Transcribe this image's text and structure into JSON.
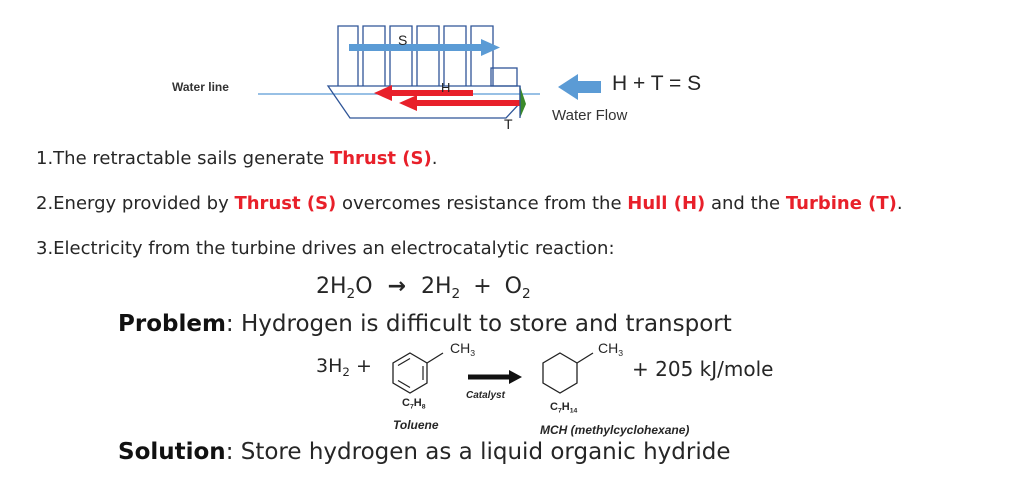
{
  "diagram": {
    "water_line_label": "Water line",
    "sail_label": "S",
    "hull_label": "H",
    "turbine_label": "T",
    "equation": "H + T = S",
    "water_flow_label": "Water Flow"
  },
  "points": {
    "p1_pre": "1.The retractable sails generate ",
    "p1_red": "Thrust (S)",
    "p1_post": ".",
    "p2_pre": "2.Energy provided by ",
    "p2_red1": "Thrust (S)",
    "p2_mid1": " overcomes resistance from the ",
    "p2_red2": "Hull (H)",
    "p2_mid2": " and the ",
    "p2_red3": "Turbine (T)",
    "p2_post": ".",
    "p3": "3.Electricity from the turbine drives an electrocatalytic reaction:"
  },
  "reaction": {
    "lhs_coef": "2H",
    "lhs_sub": "2",
    "lhs_rest": "O",
    "arrow": "→",
    "rhs1": "2H",
    "rhs1_sub": "2",
    "plus": "+",
    "rhs2": "O",
    "rhs2_sub": "2"
  },
  "problem": {
    "label": "Problem",
    "text": ": Hydrogen is difficult to store and transport"
  },
  "hydride": {
    "h2_coef": "3H",
    "h2_sub": "2",
    "h2_plus": "+",
    "ch3_a": "CH",
    "ch3_a_sub": "3",
    "toluene_formula": "C",
    "toluene_formula_sub1": "7",
    "toluene_formula_h": "H",
    "toluene_formula_sub2": "8",
    "toluene_name": "Toluene",
    "catalyst": "Catalyst",
    "ch3_b": "CH",
    "ch3_b_sub": "3",
    "mch_formula": "C",
    "mch_formula_sub1": "7",
    "mch_formula_h": "H",
    "mch_formula_sub2": "14",
    "mch_name": "MCH (methylcyclohexane)",
    "energy": "+ 205 kJ/mole"
  },
  "solution": {
    "label": "Solution",
    "text": ": Store hydrogen as a liquid organic hydride"
  },
  "colors": {
    "accent_red": "#e8202a",
    "sail_blue": "#2f5597",
    "arrow_blue": "#5b9bd5",
    "turbine_green": "#3a8a2a"
  }
}
